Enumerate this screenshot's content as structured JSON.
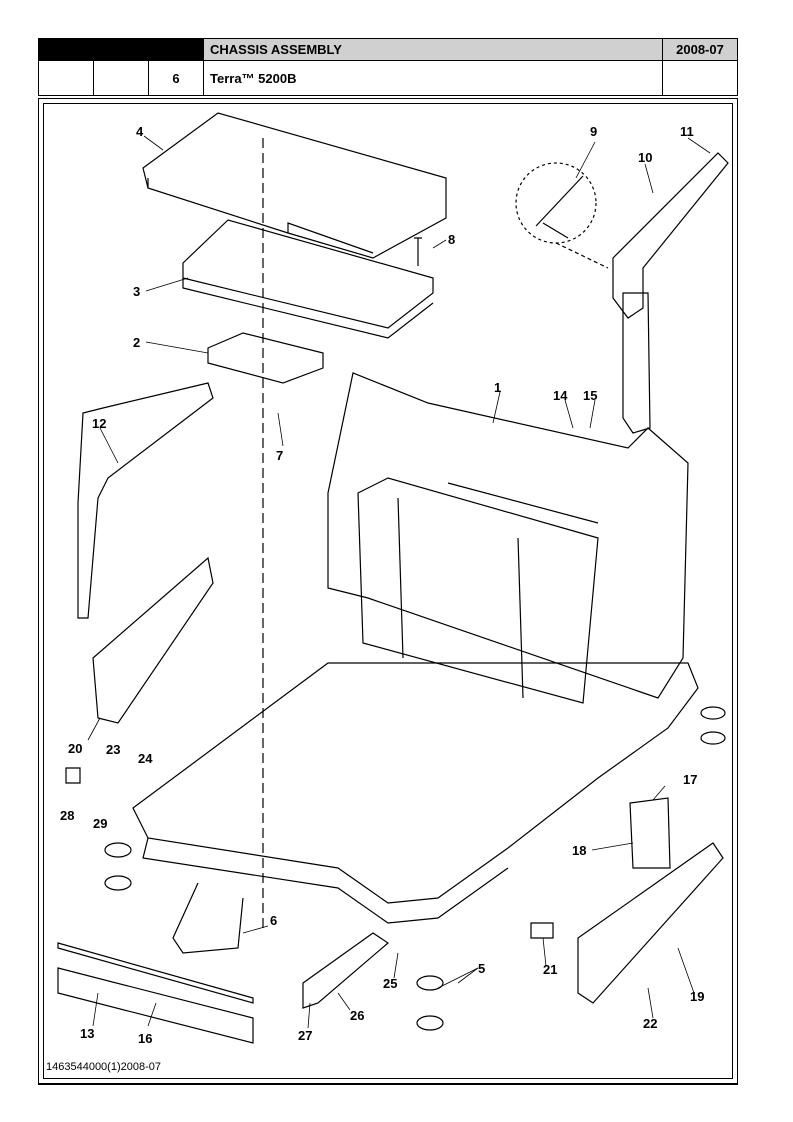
{
  "header": {
    "title": "CHASSIS ASSEMBLY",
    "date": "2008-07",
    "section": "6",
    "model": "Terra™ 5200B"
  },
  "callouts": [
    "1",
    "2",
    "3",
    "4",
    "5",
    "6",
    "7",
    "8",
    "9",
    "10",
    "11",
    "12",
    "13",
    "14",
    "15",
    "16",
    "17",
    "18",
    "19",
    "20",
    "21",
    "22",
    "23",
    "24",
    "25",
    "26",
    "27",
    "28",
    "29"
  ],
  "footer": {
    "doc_id": "1463544000(1)2008-07"
  }
}
